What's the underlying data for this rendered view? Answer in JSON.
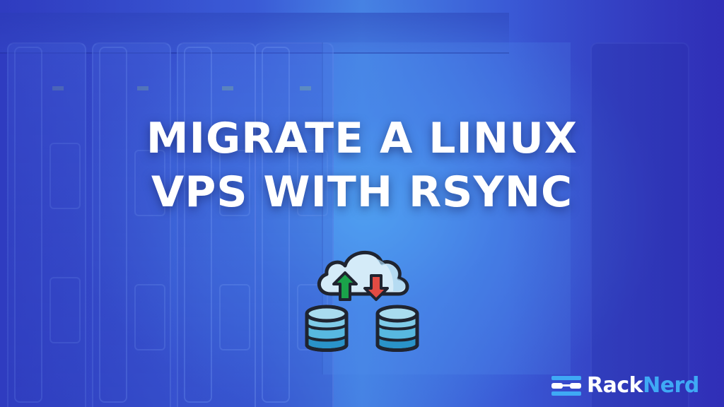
{
  "title": {
    "line1": "MIGRATE A LINUX",
    "line2": "VPS WITH RSYNC"
  },
  "illustration": {
    "icons": [
      "cloud-icon",
      "upload-arrow-icon",
      "download-arrow-icon",
      "database-icon",
      "database-icon"
    ],
    "colors": {
      "cloud_fill": "#d4ebf8",
      "arrow_up": "#1aa34a",
      "arrow_down": "#e24b43",
      "db_top": "#a9dcef",
      "db_mid": "#58b8e0",
      "db_bottom": "#2a93c9",
      "outline": "#1f2430"
    }
  },
  "brand": {
    "name_part1": "Rack",
    "name_part2": "Nerd",
    "colors": {
      "primary": "#ffffff",
      "accent": "#3fa9f5"
    }
  },
  "background": {
    "description": "server rack blades photo with blue overlay",
    "colors": {
      "edge": "#3238bd",
      "center": "#4ea5f0"
    }
  }
}
